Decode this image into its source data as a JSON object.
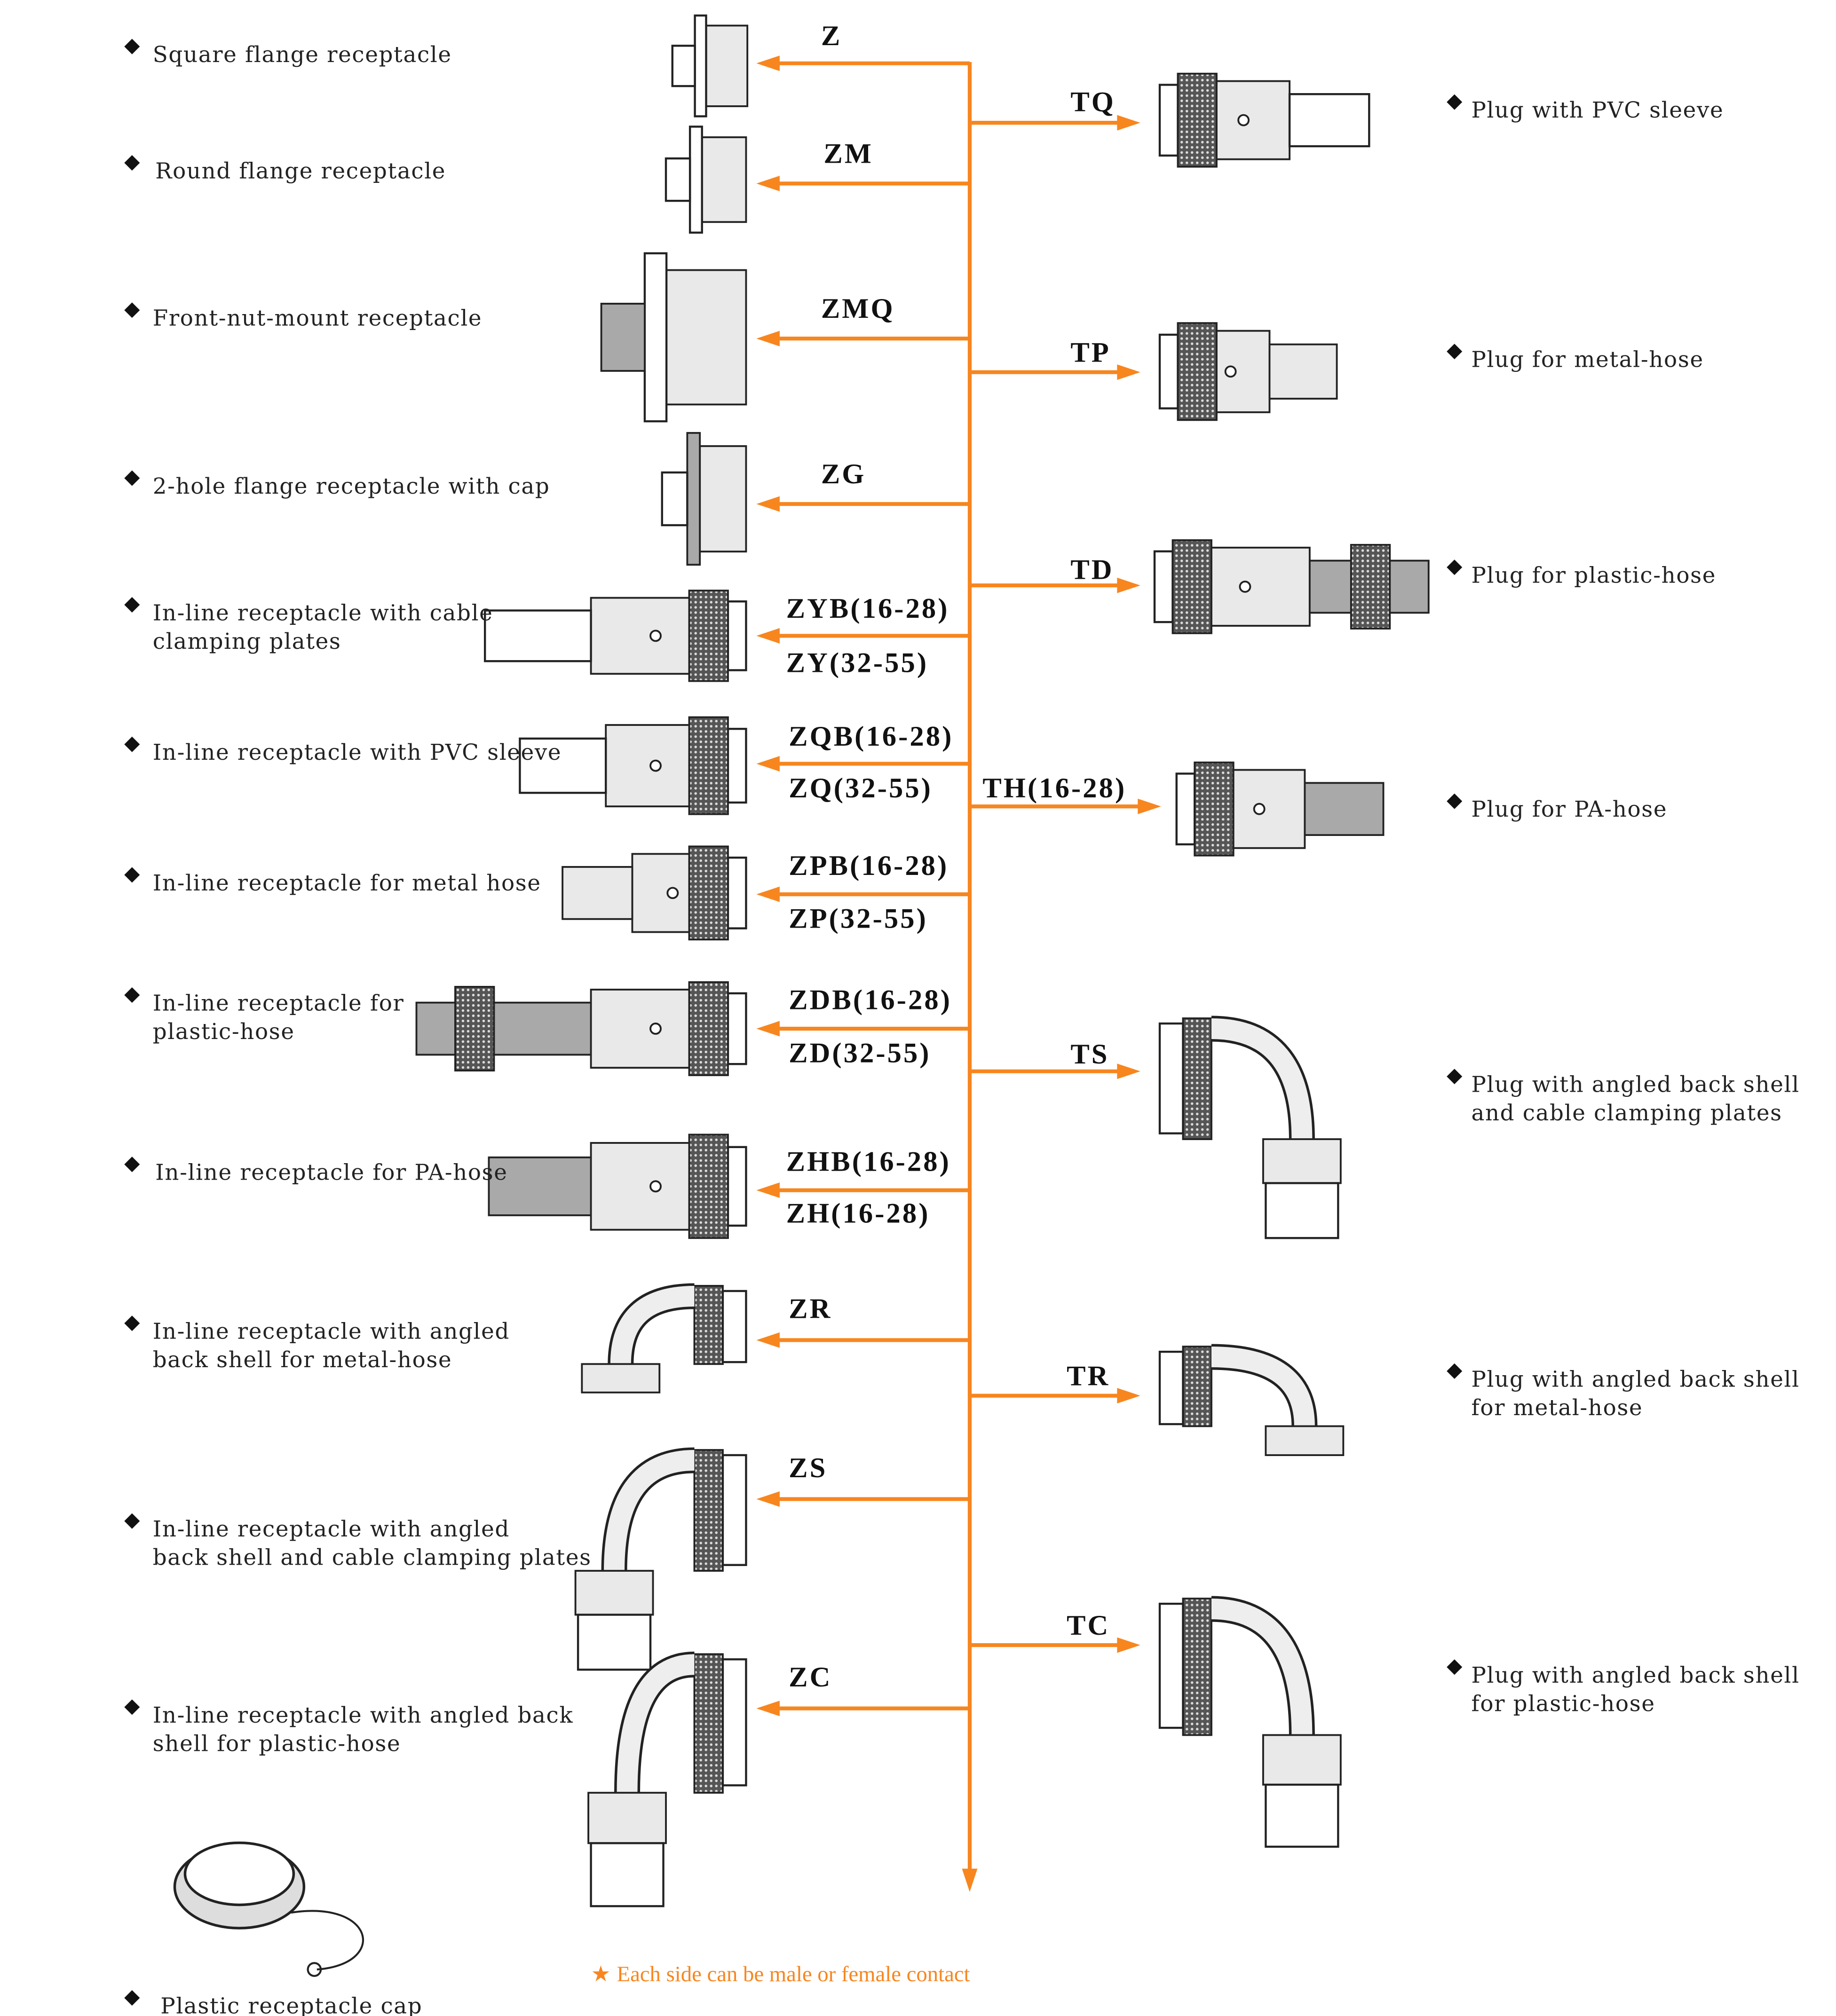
{
  "colors": {
    "accent": "#f7861f",
    "text": "#222222"
  },
  "left_items": [
    {
      "code": "Z",
      "desc": [
        "Square flange receptacle"
      ]
    },
    {
      "code": "ZM",
      "desc": [
        "Round flange receptacle"
      ]
    },
    {
      "code": "ZMQ",
      "desc": [
        "Front-nut-mount receptacle"
      ]
    },
    {
      "code": "ZG",
      "desc": [
        "2-hole flange receptacle with cap"
      ]
    },
    {
      "code": "ZYB(16-28)",
      "code2": "ZY(32-55)",
      "desc": [
        "In-line receptacle with cable",
        "clamping plates"
      ]
    },
    {
      "code": "ZQB(16-28)",
      "code2": "ZQ(32-55)",
      "desc": [
        "In-line receptacle with PVC sleeve"
      ]
    },
    {
      "code": "ZPB(16-28)",
      "code2": "ZP(32-55)",
      "desc": [
        "In-line receptacle for metal hose"
      ]
    },
    {
      "code": "ZDB(16-28)",
      "code2": "ZD(32-55)",
      "desc": [
        "In-line receptacle for",
        "plastic-hose"
      ]
    },
    {
      "code": "ZHB(16-28)",
      "code2": "ZH(16-28)",
      "desc": [
        "In-line receptacle for PA-hose"
      ]
    },
    {
      "code": "ZR",
      "desc": [
        "In-line receptacle with angled",
        "back shell for metal-hose"
      ]
    },
    {
      "code": "ZS",
      "desc": [
        "In-line receptacle with angled",
        "back shell and cable clamping plates"
      ]
    },
    {
      "code": "ZC",
      "desc": [
        "In-line receptacle with angled back",
        "shell for plastic-hose"
      ]
    }
  ],
  "cap": {
    "desc": "Plastic receptacle cap"
  },
  "right_items": [
    {
      "code": "TQ",
      "desc": [
        "Plug with PVC sleeve"
      ]
    },
    {
      "code": "TP",
      "desc": [
        "Plug for metal-hose"
      ]
    },
    {
      "code": "TD",
      "desc": [
        "Plug for plastic-hose"
      ]
    },
    {
      "code": "TH(16-28)",
      "desc": [
        "Plug for PA-hose"
      ]
    },
    {
      "code": "TS",
      "desc": [
        "Plug with angled back shell",
        "and cable clamping plates"
      ]
    },
    {
      "code": "TR",
      "desc": [
        "Plug with angled back shell",
        "for metal-hose"
      ]
    },
    {
      "code": "TC",
      "desc": [
        "Plug with angled back shell",
        "for plastic-hose"
      ]
    }
  ],
  "footnote": {
    "star": "★",
    "text": "Each side can be male or female contact"
  }
}
